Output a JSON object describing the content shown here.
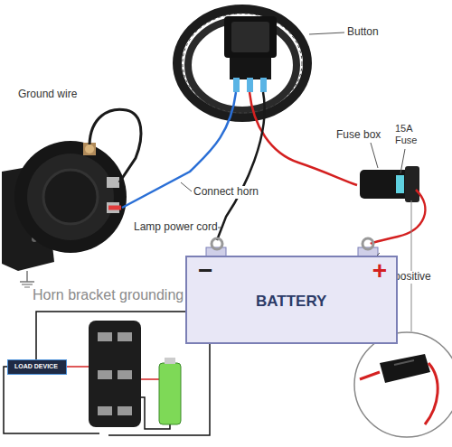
{
  "diagram": {
    "nodes": [
      {
        "text": [
          "−",
          "+",
          "BATTERY"
        ]
      },
      {
        "text": [
          "LOAD DEVICE"
        ]
      }
    ],
    "labels": [
      "Ground wire",
      "Button",
      "Fuse box",
      "15A Fuse",
      "Connect horn",
      "Lamp power cord",
      "Connect positive",
      "Horn bracket grounding"
    ]
  }
}
